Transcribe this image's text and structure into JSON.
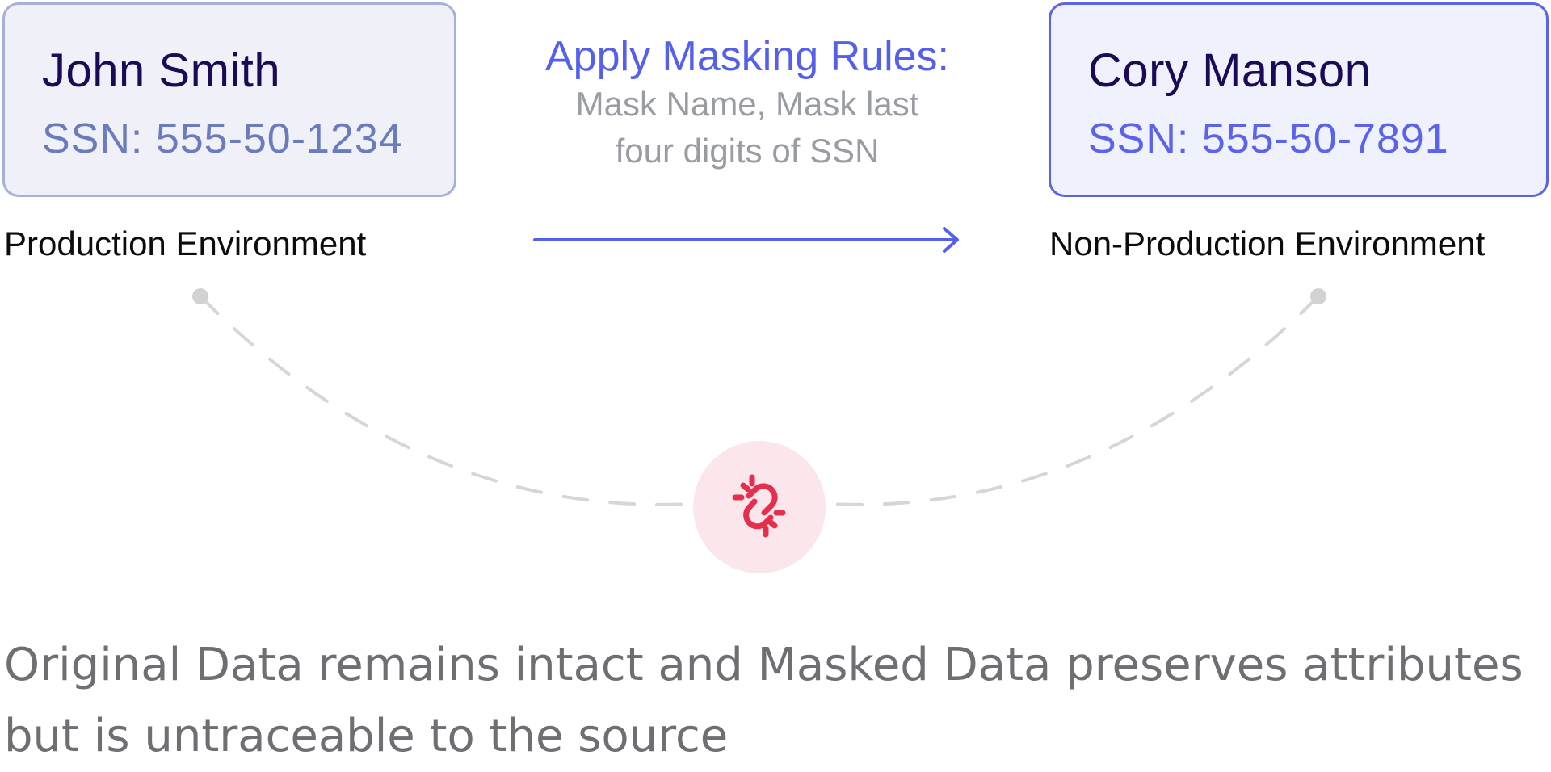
{
  "source": {
    "name": "John Smith",
    "ssn": "SSN: 555-50-1234",
    "environment": "Production Environment"
  },
  "target": {
    "name": "Cory Manson",
    "ssn": "SSN: 555-50-7891",
    "environment": "Non-Production Environment"
  },
  "rules": {
    "title": "Apply Masking Rules:",
    "line1": "Mask Name, Mask last",
    "line2": "four digits of SSN"
  },
  "link_icon": "broken-link-icon",
  "caption": {
    "line1": "Original Data remains intact and Masked Data preserves attributes",
    "line2": "but is untraceable to the source"
  },
  "colors": {
    "accent": "#5560ea",
    "source_border": "#a5b1d9",
    "target_border": "#5b63e6",
    "link_red": "#e5304d",
    "link_bg": "#fbe6ec",
    "connector_gray": "#d4d4d4"
  }
}
